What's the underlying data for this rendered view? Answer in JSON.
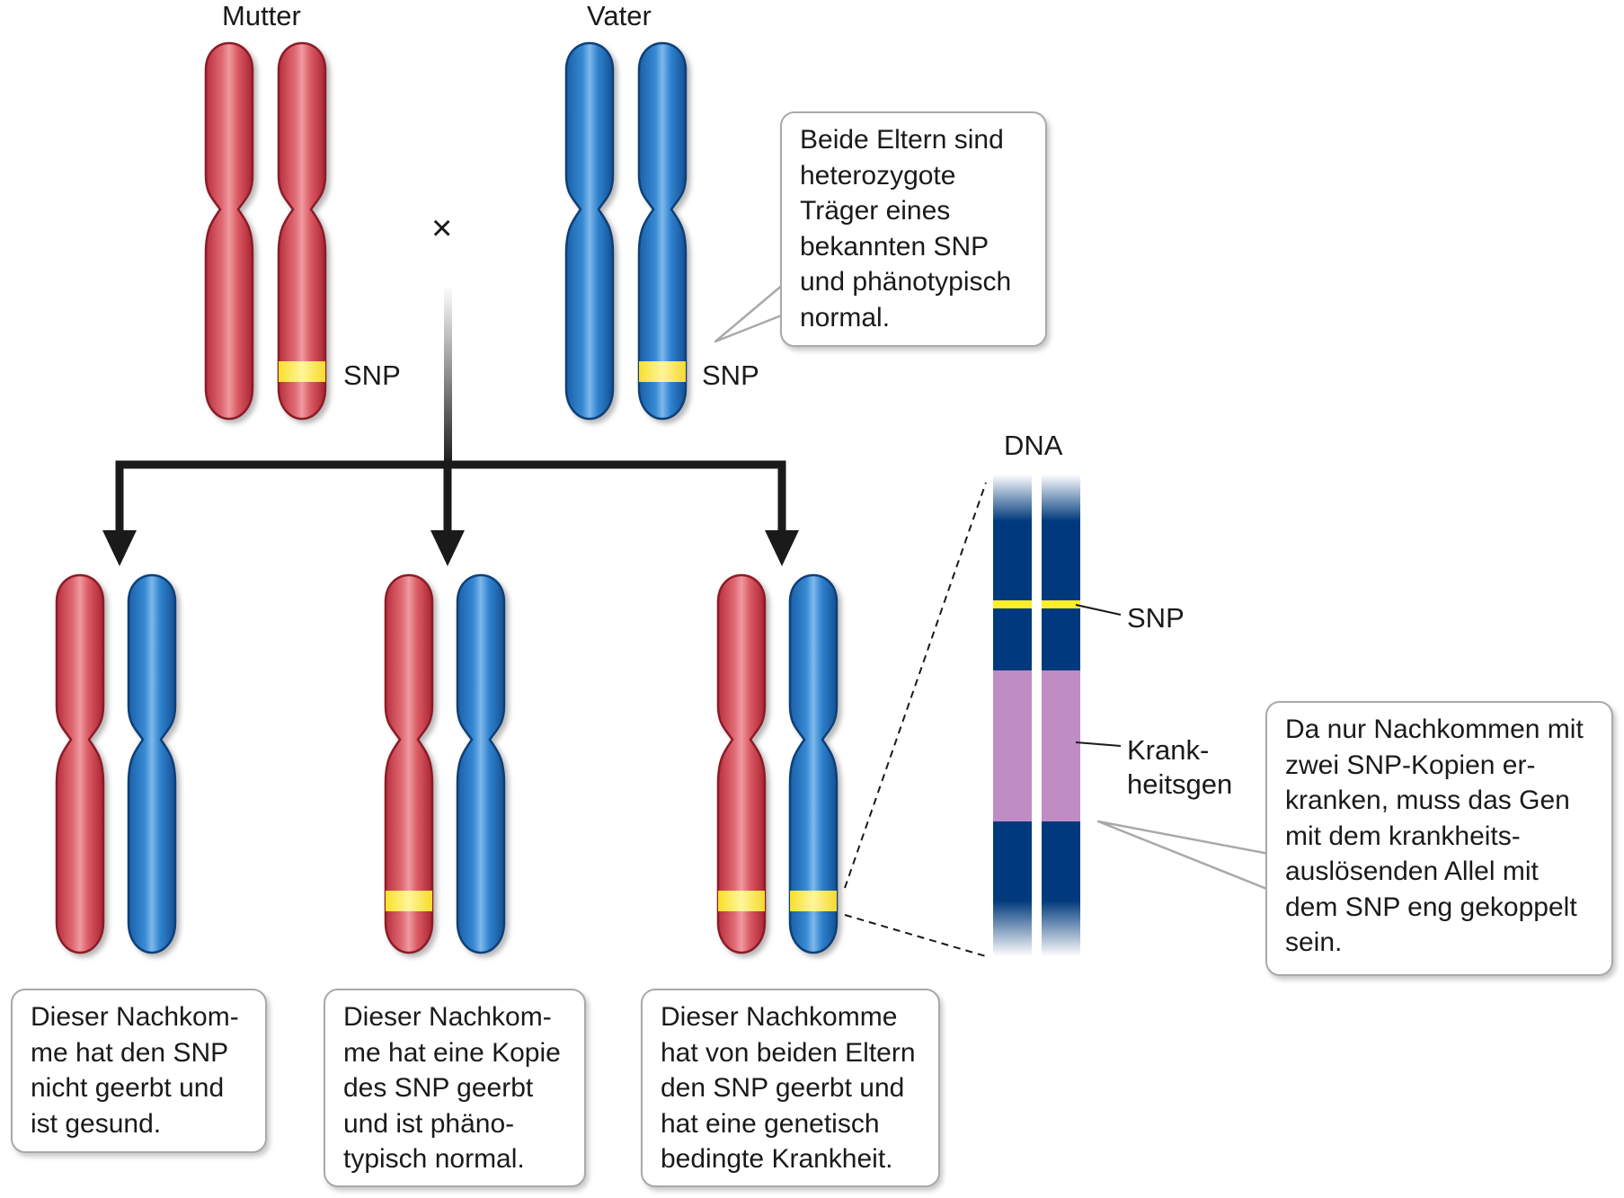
{
  "parents": {
    "mother_label": "Mutter",
    "father_label": "Vater",
    "cross_symbol": "×",
    "snp_label": "SNP"
  },
  "parents_note": {
    "lines": [
      "Beide Eltern sind",
      "heterozygote",
      "Träger eines",
      "bekannten SNP",
      "und phänotypisch",
      "normal."
    ]
  },
  "offspring": [
    {
      "lines": [
        "Dieser Nachkom-",
        "me hat den SNP",
        "nicht geerbt und",
        "ist gesund."
      ]
    },
    {
      "lines": [
        "Dieser Nachkom-",
        "me hat eine Kopie",
        "des SNP geerbt",
        "und ist phäno-",
        "typisch normal."
      ]
    },
    {
      "lines": [
        "Dieser Nachkomme",
        "hat von beiden Eltern",
        "den SNP geerbt und",
        "hat eine genetisch",
        "bedingte Krankheit."
      ]
    }
  ],
  "dna": {
    "title": "DNA",
    "snp_label": "SNP",
    "gene_label_lines": [
      "Krank-",
      "heitsgen"
    ]
  },
  "linkage_note": {
    "lines": [
      "Da nur Nachkommen mit",
      "zwei SNP-Kopien er-",
      "kranken, muss das Gen",
      "mit dem krankheits-",
      "auslösenden Allel mit",
      "dem SNP eng gekoppelt",
      "sein."
    ]
  },
  "colors": {
    "maternal_red": "#d95560",
    "paternal_blue": "#2b7cc9",
    "snp_yellow": "#ffec2a",
    "dna_navy": "#003a7c",
    "gene_pink": "#c08cc4"
  }
}
